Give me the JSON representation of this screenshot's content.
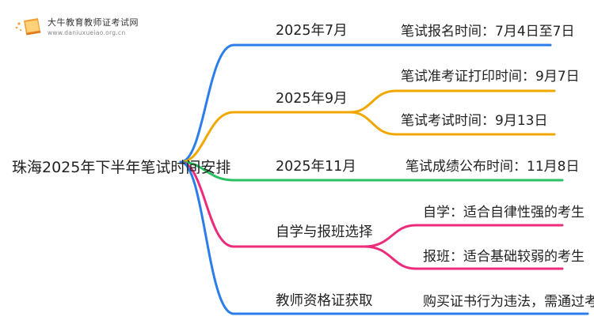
{
  "logo": {
    "title": "大牛教育教师证考试网",
    "url": "www.daniuxueiao.org.cn",
    "icon": "book-icon"
  },
  "root": "珠海2025年下半年笔试时间安排",
  "branches": [
    {
      "label": "2025年7月",
      "color": "#2b7de9",
      "children": [
        "笔试报名时间：7月4日至7日"
      ]
    },
    {
      "label": "2025年9月",
      "color": "#f0a800",
      "children": [
        "笔试准考证打印时间：9月7日",
        "笔试考试时间：9月13日"
      ]
    },
    {
      "label": "2025年11月",
      "color": "#27c063",
      "children": [
        "笔试成绩公布时间：11月8日"
      ]
    },
    {
      "label": "自学与报班选择",
      "color": "#ec2b7a",
      "children": [
        "自学：适合自律性强的考生",
        "报班：适合基础较弱的考生"
      ]
    },
    {
      "label": "教师资格证获取",
      "color": "#2b7de9",
      "children": [
        "购买证书行为违法，需通过考试"
      ]
    }
  ]
}
